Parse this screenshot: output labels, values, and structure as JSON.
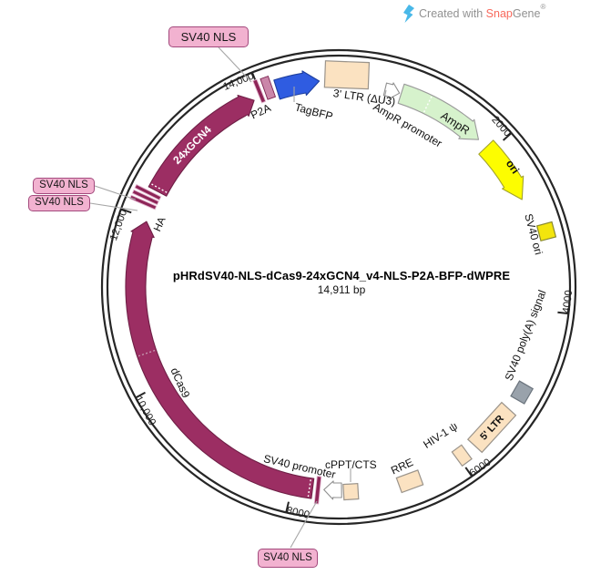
{
  "credit": {
    "prefix": "Created with ",
    "brand_snap": "Snap",
    "brand_gene": "Gene",
    "registered": "®"
  },
  "plasmid": {
    "title": "pHRdSV40-NLS-dCas9-24xGCN4_v4-NLS-P2A-BFP-dWPRE",
    "size": "14,911 bp",
    "total_bp": 14911
  },
  "nls": {
    "top": "SV40 NLS",
    "left1": "SV40 NLS",
    "left2": "SV40 NLS",
    "bottom": "SV40 NLS"
  },
  "ticks": [
    {
      "bp": 2000,
      "label": "2000"
    },
    {
      "bp": 4000,
      "label": "4000"
    },
    {
      "bp": 6000,
      "label": "6000"
    },
    {
      "bp": 8000,
      "label": "8000"
    },
    {
      "bp": 10000,
      "label": "10,000"
    },
    {
      "bp": 12000,
      "label": "12,000"
    },
    {
      "bp": 14000,
      "label": "14,000"
    }
  ],
  "colors": {
    "backbone": "#262626",
    "magenta": "#9c2e63",
    "magenta_dark": "#6f1f46",
    "blue": "#2f5ce1",
    "green": "#d6f2cc",
    "yellow": "#fdfd00",
    "yellow_box": "#f3e50d",
    "tan": "#fbe2c1",
    "gray_box": "#99a2ab",
    "bar": "#8e2558",
    "plum": "#ca86a9",
    "label_pink_bg": "#f2b2d0",
    "label_pink_border": "#a34a7d"
  },
  "features": [
    {
      "id": "ltr3",
      "name": "3' LTR (ΔU3)",
      "kind": "box",
      "fill": "#fbe2c1",
      "center_deg": 2.2
    },
    {
      "id": "ampr-promoter",
      "name": "AmpR promoter",
      "kind": "arrow",
      "fill": "#ffffff",
      "start_deg": 13.2,
      "end_deg": 17.4
    },
    {
      "id": "ampr",
      "name": "AmpR",
      "kind": "arrow",
      "fill": "#d6f2cc",
      "start_deg": 17.9,
      "end_deg": 43.5
    },
    {
      "id": "ori",
      "name": "ori",
      "kind": "arrow",
      "fill": "#fdfd00",
      "start_deg": 46.5,
      "end_deg": 64.5
    },
    {
      "id": "sv40-ori",
      "name": "SV40 ori",
      "kind": "box",
      "fill": "#f3e50d",
      "center_deg": 75.0
    },
    {
      "id": "sv40-polya",
      "name": "SV40 poly(A) signal",
      "kind": "box",
      "fill": "#99a2ab",
      "center_deg": 119.9
    },
    {
      "id": "ltr5",
      "name": "5' LTR",
      "kind": "box",
      "fill": "#fbe2c1",
      "center_deg": 132.5
    },
    {
      "id": "hiv1-psi",
      "name": "HIV-1 ψ",
      "kind": "box",
      "fill": "#fbe2c1",
      "center_deg": 143.8
    },
    {
      "id": "rre",
      "name": "RRE",
      "kind": "box",
      "fill": "#fbe2c1",
      "center_deg": 159.9
    },
    {
      "id": "cppt",
      "name": "cPPT/CTS",
      "kind": "box",
      "fill": "#fbe2c1",
      "center_deg": 176.6
    },
    {
      "id": "sv40-promoter",
      "name": "SV40 promoter",
      "kind": "arrow",
      "fill": "#ffffff",
      "start_deg": 179.2,
      "end_deg": 184.2
    },
    {
      "id": "nls-bottom-bar",
      "name": "SV40 NLS",
      "kind": "bar",
      "fill": "#8e2558",
      "center_deg": 185.9
    },
    {
      "id": "dcas9",
      "name": "dCas9",
      "kind": "arrow",
      "fill": "#9c2e63",
      "start_deg": 187.4,
      "end_deg": 288.8
    },
    {
      "id": "ha",
      "name": "HA",
      "kind": "bar-group",
      "fill": "#8e2558",
      "angles_deg": [
        293.4,
        294.9,
        296.4
      ]
    },
    {
      "id": "gcn4",
      "name": "24xGCN4",
      "kind": "arrow",
      "fill": "#9c2e63",
      "start_deg": 297.8,
      "end_deg": 335.6
    },
    {
      "id": "nls-top-bar",
      "name": "SV40 NLS",
      "kind": "bar",
      "fill": "#8e2558",
      "center_deg": 337.9
    },
    {
      "id": "p2a",
      "name": "P2A",
      "kind": "bar",
      "fill": "#ca86a9",
      "center_deg": 340.4
    },
    {
      "id": "tagbfp",
      "name": "TagBFP",
      "kind": "arrow",
      "fill": "#2f5ce1",
      "start_deg": 342.6,
      "end_deg": 354.6
    }
  ]
}
